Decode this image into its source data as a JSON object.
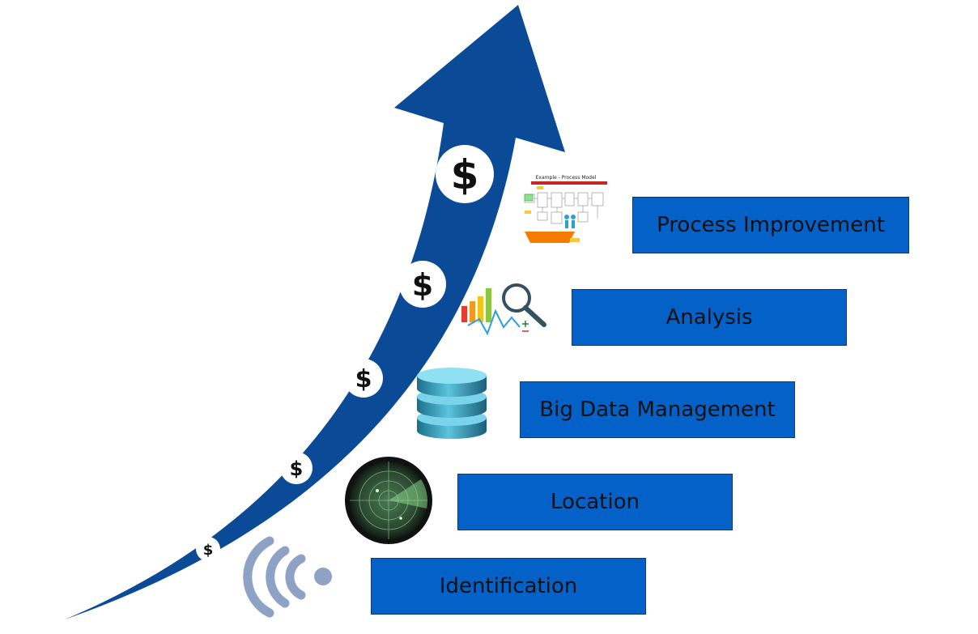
{
  "steps": [
    {
      "label": "Identification",
      "icon": "wireless-signal-icon"
    },
    {
      "label": "Location",
      "icon": "radar-icon"
    },
    {
      "label": "Big Data Management",
      "icon": "database-icon"
    },
    {
      "label": "Analysis",
      "icon": "chart-magnifier-icon"
    },
    {
      "label": "Process Improvement",
      "icon": "process-model-icon"
    }
  ],
  "process_model": {
    "title": "Example - Process Model"
  },
  "currency_symbol": "$",
  "colors": {
    "arrow": "#0a4a96",
    "step_box": "#0461c8",
    "step_border": "#0c3a78",
    "step_text": "#111111",
    "wifi": "#8ea2c6",
    "db": "#2e9bbd"
  }
}
